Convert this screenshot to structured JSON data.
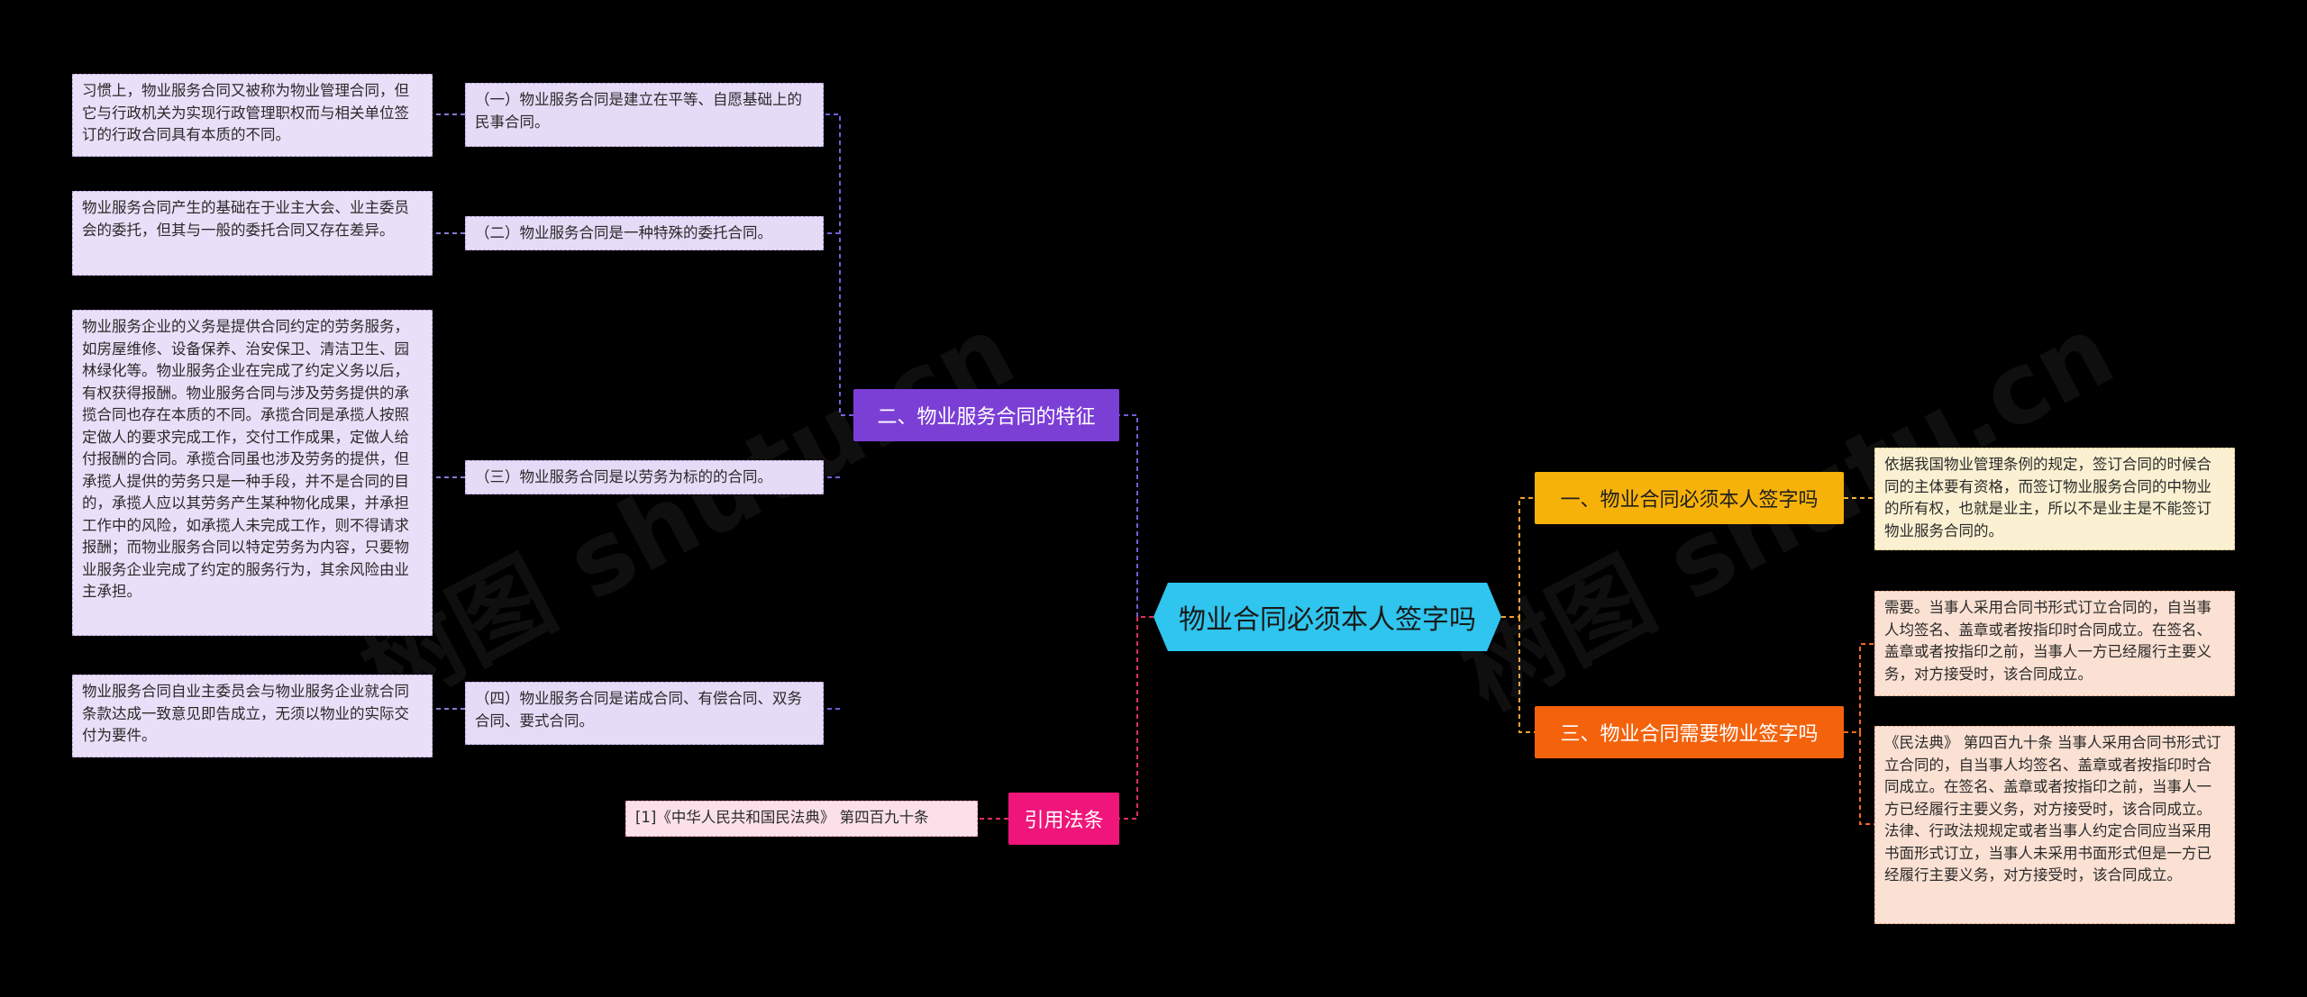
{
  "central": "物业合同必须本人签字吗",
  "left": {
    "branch_features": {
      "label": "二、物业服务合同的特征",
      "color": "#7b3fd6",
      "items": [
        {
          "title": "（一）物业服务合同是建立在平等、自愿基础上的民事合同。",
          "detail": "习惯上，物业服务合同又被称为物业管理合同，但它与行政机关为实现行政管理职权而与相关单位签订的行政合同具有本质的不同。"
        },
        {
          "title": "（二）物业服务合同是一种特殊的委托合同。",
          "detail": "物业服务合同产生的基础在于业主大会、业主委员会的委托，但其与一般的委托合同又存在差异。"
        },
        {
          "title": "（三）物业服务合同是以劳务为标的的合同。",
          "detail": "物业服务企业的义务是提供合同约定的劳务服务，如房屋维修、设备保养、治安保卫、清洁卫生、园林绿化等。物业服务企业在完成了约定义务以后，有权获得报酬。物业服务合同与涉及劳务提供的承揽合同也存在本质的不同。承揽合同是承揽人按照定做人的要求完成工作，交付工作成果，定做人给付报酬的合同。承揽合同虽也涉及劳务的提供，但承揽人提供的劳务只是一种手段，并不是合同的目的，承揽人应以其劳务产生某种物化成果，并承担工作中的风险，如承揽人未完成工作，则不得请求报酬；而物业服务合同以特定劳务为内容，只要物业服务企业完成了约定的服务行为，其余风险由业主承担。"
        },
        {
          "title": "（四）物业服务合同是诺成合同、有偿合同、双务合同、要式合同。",
          "detail": "物业服务合同自业主委员会与物业服务企业就合同条款达成一致意见即告成立，无须以物业的实际交付为要件。"
        }
      ]
    },
    "branch_law": {
      "label": "引用法条",
      "color": "#f0157a",
      "item": "[1]《中华人民共和国民法典》 第四百九十条"
    }
  },
  "right": {
    "branch_one": {
      "label": "一、物业合同必须本人签字吗",
      "color": "#f7b20a",
      "detail": "依据我国物业管理条例的规定，签订合同的时候合同的主体要有资格，而签订物业服务合同的中物业的所有权，也就是业主，所以不是业主是不能签订物业服务合同的。"
    },
    "branch_three": {
      "label": "三、物业合同需要物业签字吗",
      "color": "#f4620c",
      "details": [
        "需要。当事人采用合同书形式订立合同的，自当事人均签名、盖章或者按指印时合同成立。在签名、盖章或者按指印之前，当事人一方已经履行主要义务，对方接受时，该合同成立。",
        "《民法典》 第四百九十条 当事人采用合同书形式订立合同的，自当事人均签名、盖章或者按指印时合同成立。在签名、盖章或者按指印之前，当事人一方已经履行主要义务，对方接受时，该合同成立。法律、行政法规规定或者当事人约定合同应当采用书面形式订立，当事人未采用书面形式但是一方已经履行主要义务，对方接受时，该合同成立。"
      ]
    }
  },
  "watermark": "树图 shutu.cn",
  "colors": {
    "central": "#2fc5ee",
    "features_line": "#7b6fe0",
    "law_line": "#e0305a",
    "right_line": "#f0a030"
  }
}
